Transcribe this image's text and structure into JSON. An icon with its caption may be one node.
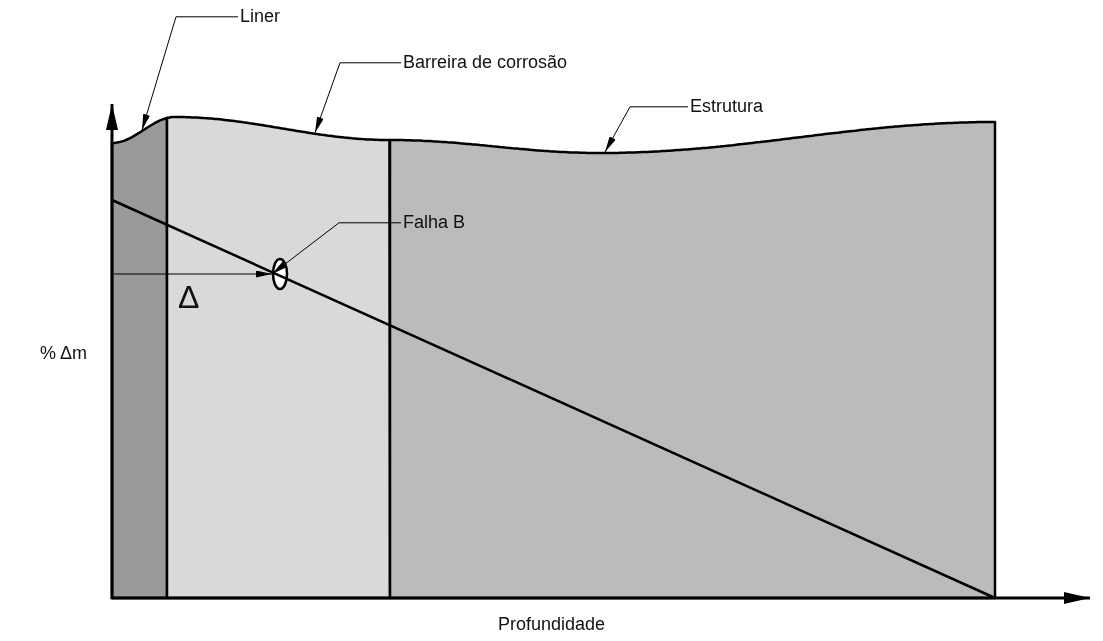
{
  "diagram": {
    "nodes": [
      {
        "text": [
          "Liner"
        ]
      },
      {
        "text": [
          "Barreira de corrosão"
        ]
      },
      {
        "text": [
          "Estrutura"
        ]
      },
      {
        "text": [],
        "shape": "box"
      },
      {
        "text": [],
        "shape": "box"
      },
      {
        "text": [],
        "shape": "box"
      },
      {
        "text": [
          "Falha B"
        ],
        "in": 5
      },
      {
        "text": [],
        "shape": "circle",
        "in": 4
      }
    ],
    "edges": [
      {
        "from": 0,
        "to": 3,
        "arrow": "to"
      },
      {
        "from": 1,
        "to": 4,
        "arrow": "to"
      },
      {
        "from": 2,
        "to": 5,
        "arrow": "to"
      },
      {
        "from": 6,
        "to": 7,
        "arrow": "to"
      },
      {
        "from": 3,
        "to": 7,
        "arrow": "to"
      }
    ],
    "labels": [
      "% Δm",
      "Δ",
      "Profundidade"
    ]
  }
}
